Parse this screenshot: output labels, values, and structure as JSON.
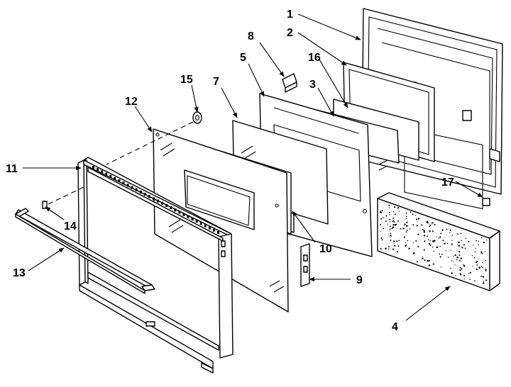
{
  "diagram": {
    "callouts": [
      {
        "id": "1",
        "text": "1"
      },
      {
        "id": "2",
        "text": "2"
      },
      {
        "id": "3",
        "text": "3"
      },
      {
        "id": "4",
        "text": "4"
      },
      {
        "id": "5",
        "text": "5"
      },
      {
        "id": "7",
        "text": "7"
      },
      {
        "id": "8",
        "text": "8"
      },
      {
        "id": "9",
        "text": "9"
      },
      {
        "id": "10",
        "text": "10"
      },
      {
        "id": "11",
        "text": "11"
      },
      {
        "id": "12",
        "text": "12"
      },
      {
        "id": "13",
        "text": "13"
      },
      {
        "id": "14",
        "text": "14"
      },
      {
        "id": "15",
        "text": "15"
      },
      {
        "id": "16",
        "text": "16"
      },
      {
        "id": "17",
        "text": "17"
      }
    ]
  }
}
